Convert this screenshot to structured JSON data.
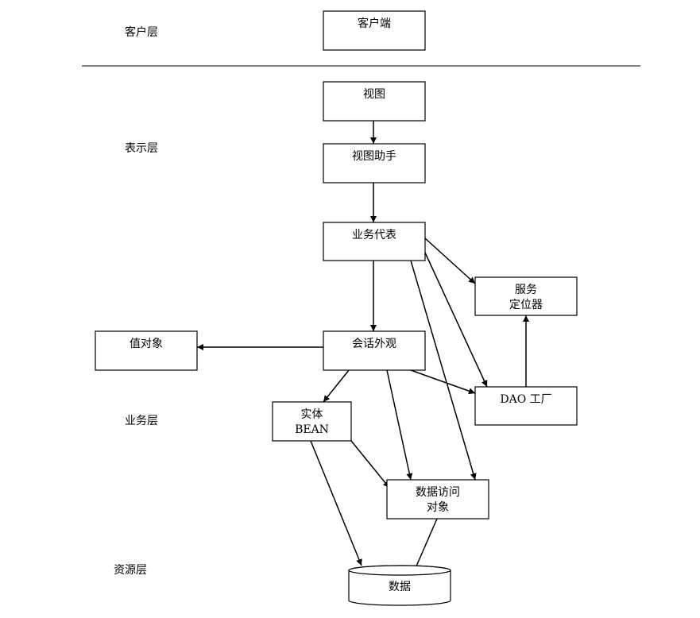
{
  "layers": {
    "client": "客户层",
    "presentation": "表示层",
    "business": "业务层",
    "resource": "资源层"
  },
  "nodes": {
    "client": [
      "客户端"
    ],
    "view": [
      "视图"
    ],
    "view_helper": [
      "视图助手"
    ],
    "business_delegate": [
      "业务代表"
    ],
    "service_locator": [
      "服务",
      "定位器"
    ],
    "value_object": [
      "值对象"
    ],
    "session_facade": [
      "会话外观"
    ],
    "dao_factory": [
      "DAO 工厂"
    ],
    "entity_bean": [
      "实体",
      "BEAN"
    ],
    "data_access_object": [
      "数据访问",
      "对象"
    ],
    "data": [
      "数据"
    ]
  },
  "edges": [
    {
      "from": "view",
      "to": "view_helper"
    },
    {
      "from": "view_helper",
      "to": "business_delegate"
    },
    {
      "from": "business_delegate",
      "to": "service_locator"
    },
    {
      "from": "business_delegate",
      "to": "session_facade"
    },
    {
      "from": "business_delegate",
      "to": "dao_factory"
    },
    {
      "from": "business_delegate",
      "to": "data_access_object"
    },
    {
      "from": "session_facade",
      "to": "value_object"
    },
    {
      "from": "session_facade",
      "to": "entity_bean"
    },
    {
      "from": "session_facade",
      "to": "data_access_object"
    },
    {
      "from": "session_facade",
      "to": "dao_factory"
    },
    {
      "from": "dao_factory",
      "to": "service_locator"
    },
    {
      "from": "entity_bean",
      "to": "data_access_object"
    },
    {
      "from": "entity_bean",
      "to": "data"
    },
    {
      "from": "data_access_object",
      "to": "data"
    }
  ]
}
